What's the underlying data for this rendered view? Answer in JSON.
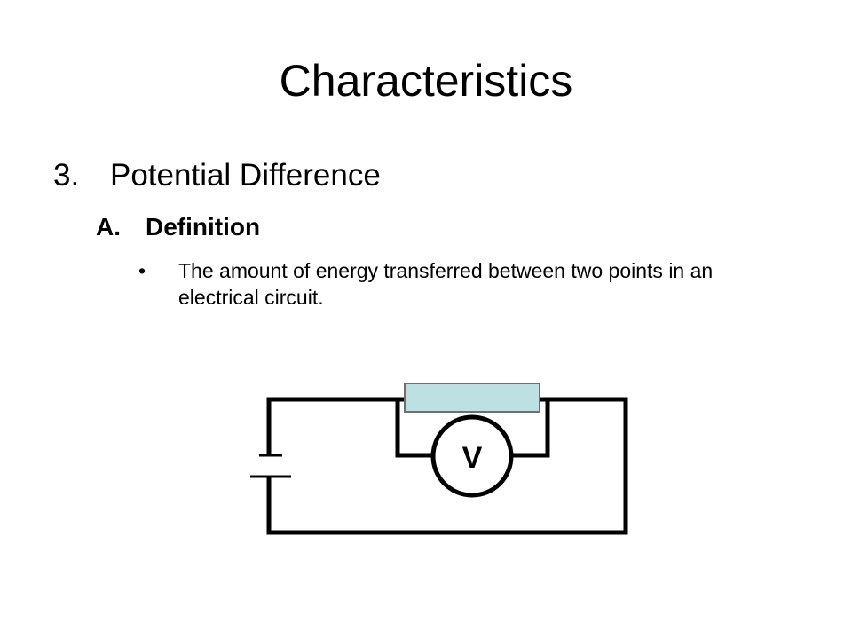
{
  "slide": {
    "title": "Characteristics",
    "point": {
      "marker": "3.",
      "text": "Potential Difference"
    },
    "subpoint": {
      "marker": "A.",
      "text": "Definition"
    },
    "bullet": {
      "marker": "•",
      "text": "The amount of energy transferred between two points in an electrical circuit."
    }
  },
  "circuit": {
    "voltmeter_label": "V",
    "resistor_color": "#bde0e3",
    "wire_color": "#000000"
  }
}
